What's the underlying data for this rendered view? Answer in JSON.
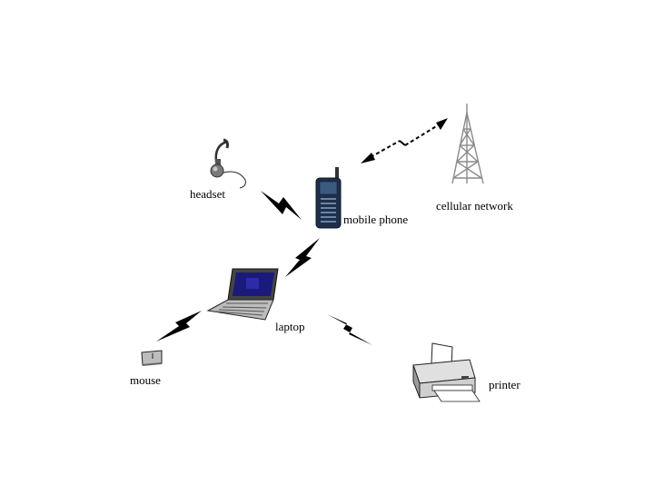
{
  "labels": {
    "headset": "headset",
    "mobile_phone": "mobile phone",
    "cellular_network": "cellular network",
    "laptop": "laptop",
    "mouse": "mouse",
    "printer": "printer"
  },
  "colors": {
    "background": "#ffffff",
    "link": "#000000",
    "phone_body": "#1f2f4a",
    "laptop_screen": "#1a1a7a",
    "tower": "#8a8a8a"
  },
  "icons": [
    "headset-icon",
    "mobile-phone-icon",
    "cell-tower-icon",
    "laptop-icon",
    "mouse-icon",
    "printer-icon",
    "wireless-link-icon"
  ]
}
